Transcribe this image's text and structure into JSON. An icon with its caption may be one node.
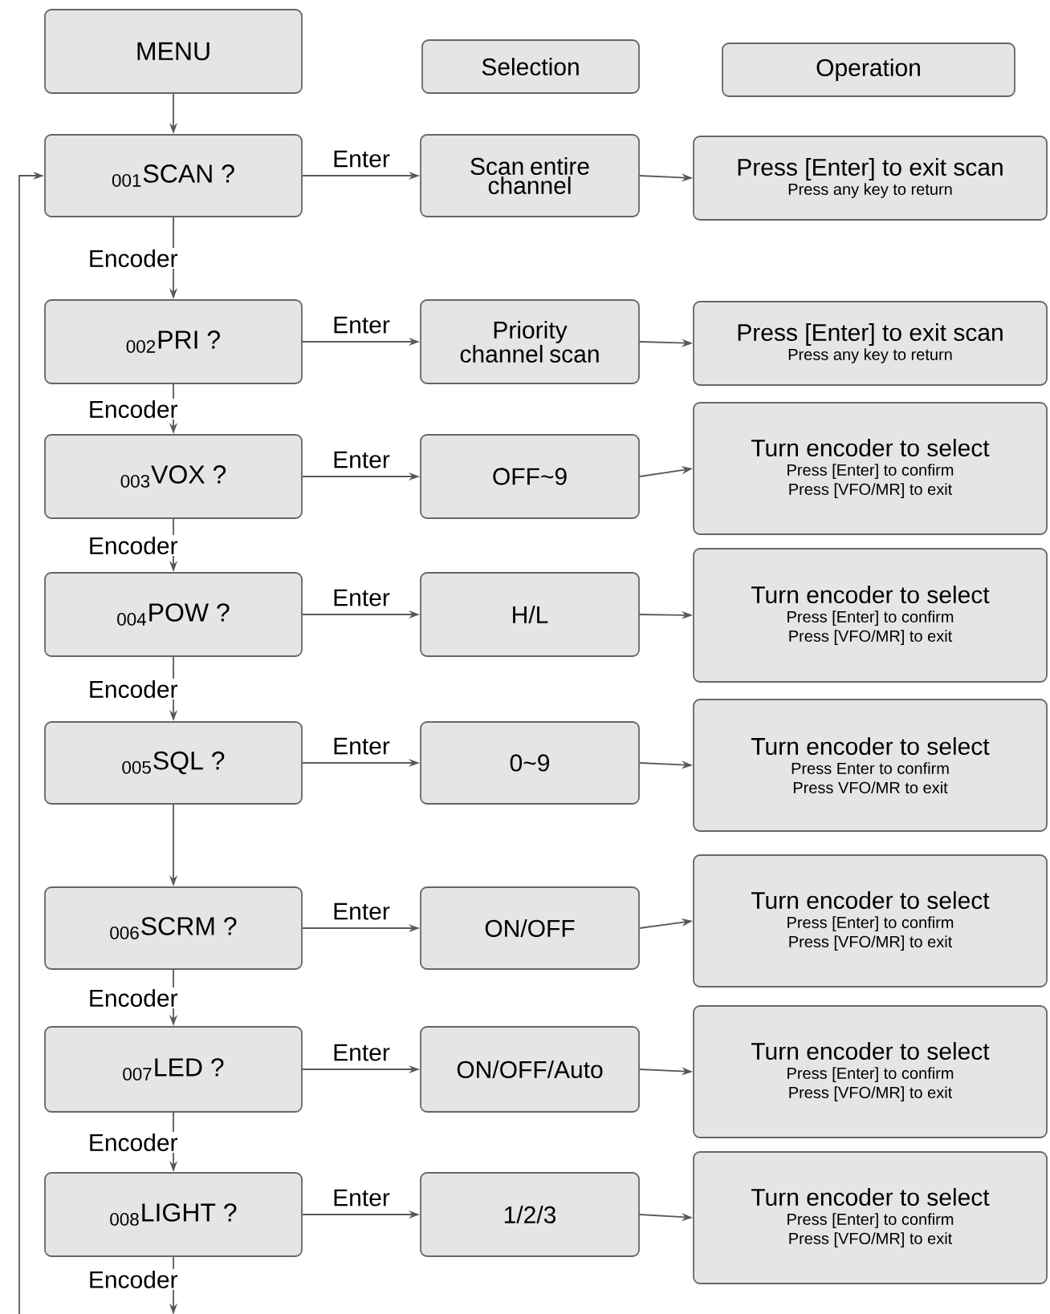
{
  "diagram": {
    "nodes": [
      {
        "text": [
          "MENU"
        ]
      },
      {
        "text": [
          "Selection"
        ]
      },
      {
        "text": [
          "Operation"
        ]
      },
      {
        "text": [
          "$_{001}$SCAN ?"
        ]
      },
      {
        "text": [
          "Scan entire channel"
        ]
      },
      {
        "text": [
          "Press [Enter] to exit scan",
          "Press any key to return"
        ]
      },
      {
        "text": [
          "$_{002}$PRI ?"
        ]
      },
      {
        "text": [
          "Priority channel scan"
        ]
      },
      {
        "text": [
          "Press [Enter] to exit scan",
          "Press any key to return"
        ]
      },
      {
        "text": [
          "$_{003}$VOX ?"
        ]
      },
      {
        "text": [
          "OFF~9"
        ]
      },
      {
        "text": [
          "Turn encoder to select",
          "Press [Enter] to confirm",
          "Press [VFO/MR] to exit"
        ]
      },
      {
        "text": [
          "$_{004}$POW ?"
        ]
      },
      {
        "text": [
          "H/L"
        ]
      },
      {
        "text": [
          "Turn encoder to select",
          "Press [Enter] to confirm",
          "Press [VFO/MR] to exit"
        ]
      },
      {
        "text": [
          "$_{005}$SQL ?"
        ]
      },
      {
        "text": [
          "0~9"
        ]
      },
      {
        "text": [
          "Turn encoder to select",
          "Press Enter to confirm",
          "Press VFO/MR to exit"
        ]
      },
      {
        "text": [
          "$_{006}$SCRM ?"
        ]
      },
      {
        "text": [
          "ON/OFF"
        ]
      },
      {
        "text": [
          "Turn encoder to select",
          "Press [Enter] to confirm",
          "Press [VFO/MR] to exit"
        ]
      },
      {
        "text": [
          "$_{007}$LED ?"
        ]
      },
      {
        "text": [
          "ON/OFF/Auto"
        ]
      },
      {
        "text": [
          "Turn encoder to select",
          "Press [Enter] to confirm",
          "Press [VFO/MR] to exit"
        ]
      },
      {
        "text": [
          "$_{008}$LIGHT ?"
        ]
      },
      {
        "text": [
          "1/2/3"
        ]
      },
      {
        "text": [
          "Turn encoder to select",
          "Press [Enter] to confirm",
          "Press [VFO/MR] to exit"
        ]
      }
    ],
    "edges": [
      {
        "from": 0,
        "to": 3,
        "arrow": "to"
      },
      {
        "from": 3,
        "to": 4,
        "arrow": "to",
        "label": "Enter"
      },
      {
        "from": 4,
        "to": 5,
        "arrow": "to"
      },
      {
        "from": 3,
        "to": 6,
        "arrow": "to",
        "label": "Encoder"
      },
      {
        "from": 6,
        "to": 7,
        "arrow": "to",
        "label": "Enter"
      },
      {
        "from": 7,
        "to": 8,
        "arrow": "to"
      },
      {
        "from": 6,
        "to": 9,
        "arrow": "to",
        "label": "Encoder"
      },
      {
        "from": 9,
        "to": 10,
        "arrow": "to",
        "label": "Enter"
      },
      {
        "from": 10,
        "to": 11,
        "arrow": "to"
      },
      {
        "from": 9,
        "to": 12,
        "arrow": "to",
        "label": "Encoder"
      },
      {
        "from": 12,
        "to": 13,
        "arrow": "to",
        "label": "Enter"
      },
      {
        "from": 13,
        "to": 14,
        "arrow": "to"
      },
      {
        "from": 12,
        "to": 15,
        "arrow": "to",
        "label": "Encoder"
      },
      {
        "from": 15,
        "to": 16,
        "arrow": "to",
        "label": "Enter"
      },
      {
        "from": 16,
        "to": 17,
        "arrow": "to"
      },
      {
        "from": 15,
        "to": 18,
        "arrow": "to"
      },
      {
        "from": 18,
        "to": 19,
        "arrow": "to",
        "label": "Enter"
      },
      {
        "from": 19,
        "to": 20,
        "arrow": "to"
      },
      {
        "from": 18,
        "to": 21,
        "arrow": "to",
        "label": "Encoder"
      },
      {
        "from": 21,
        "to": 22,
        "arrow": "to",
        "label": "Enter"
      },
      {
        "from": 22,
        "to": 23,
        "arrow": "to"
      },
      {
        "from": 21,
        "to": 24,
        "arrow": "to",
        "label": "Encoder"
      },
      {
        "from": 24,
        "to": 25,
        "arrow": "to",
        "label": "Enter"
      },
      {
        "from": 25,
        "to": 26,
        "arrow": "to"
      },
      {
        "from": 24,
        "to": null,
        "arrow": "to",
        "label": "Encoder"
      },
      {
        "from": null,
        "to": 3,
        "arrow": "to"
      }
    ]
  }
}
